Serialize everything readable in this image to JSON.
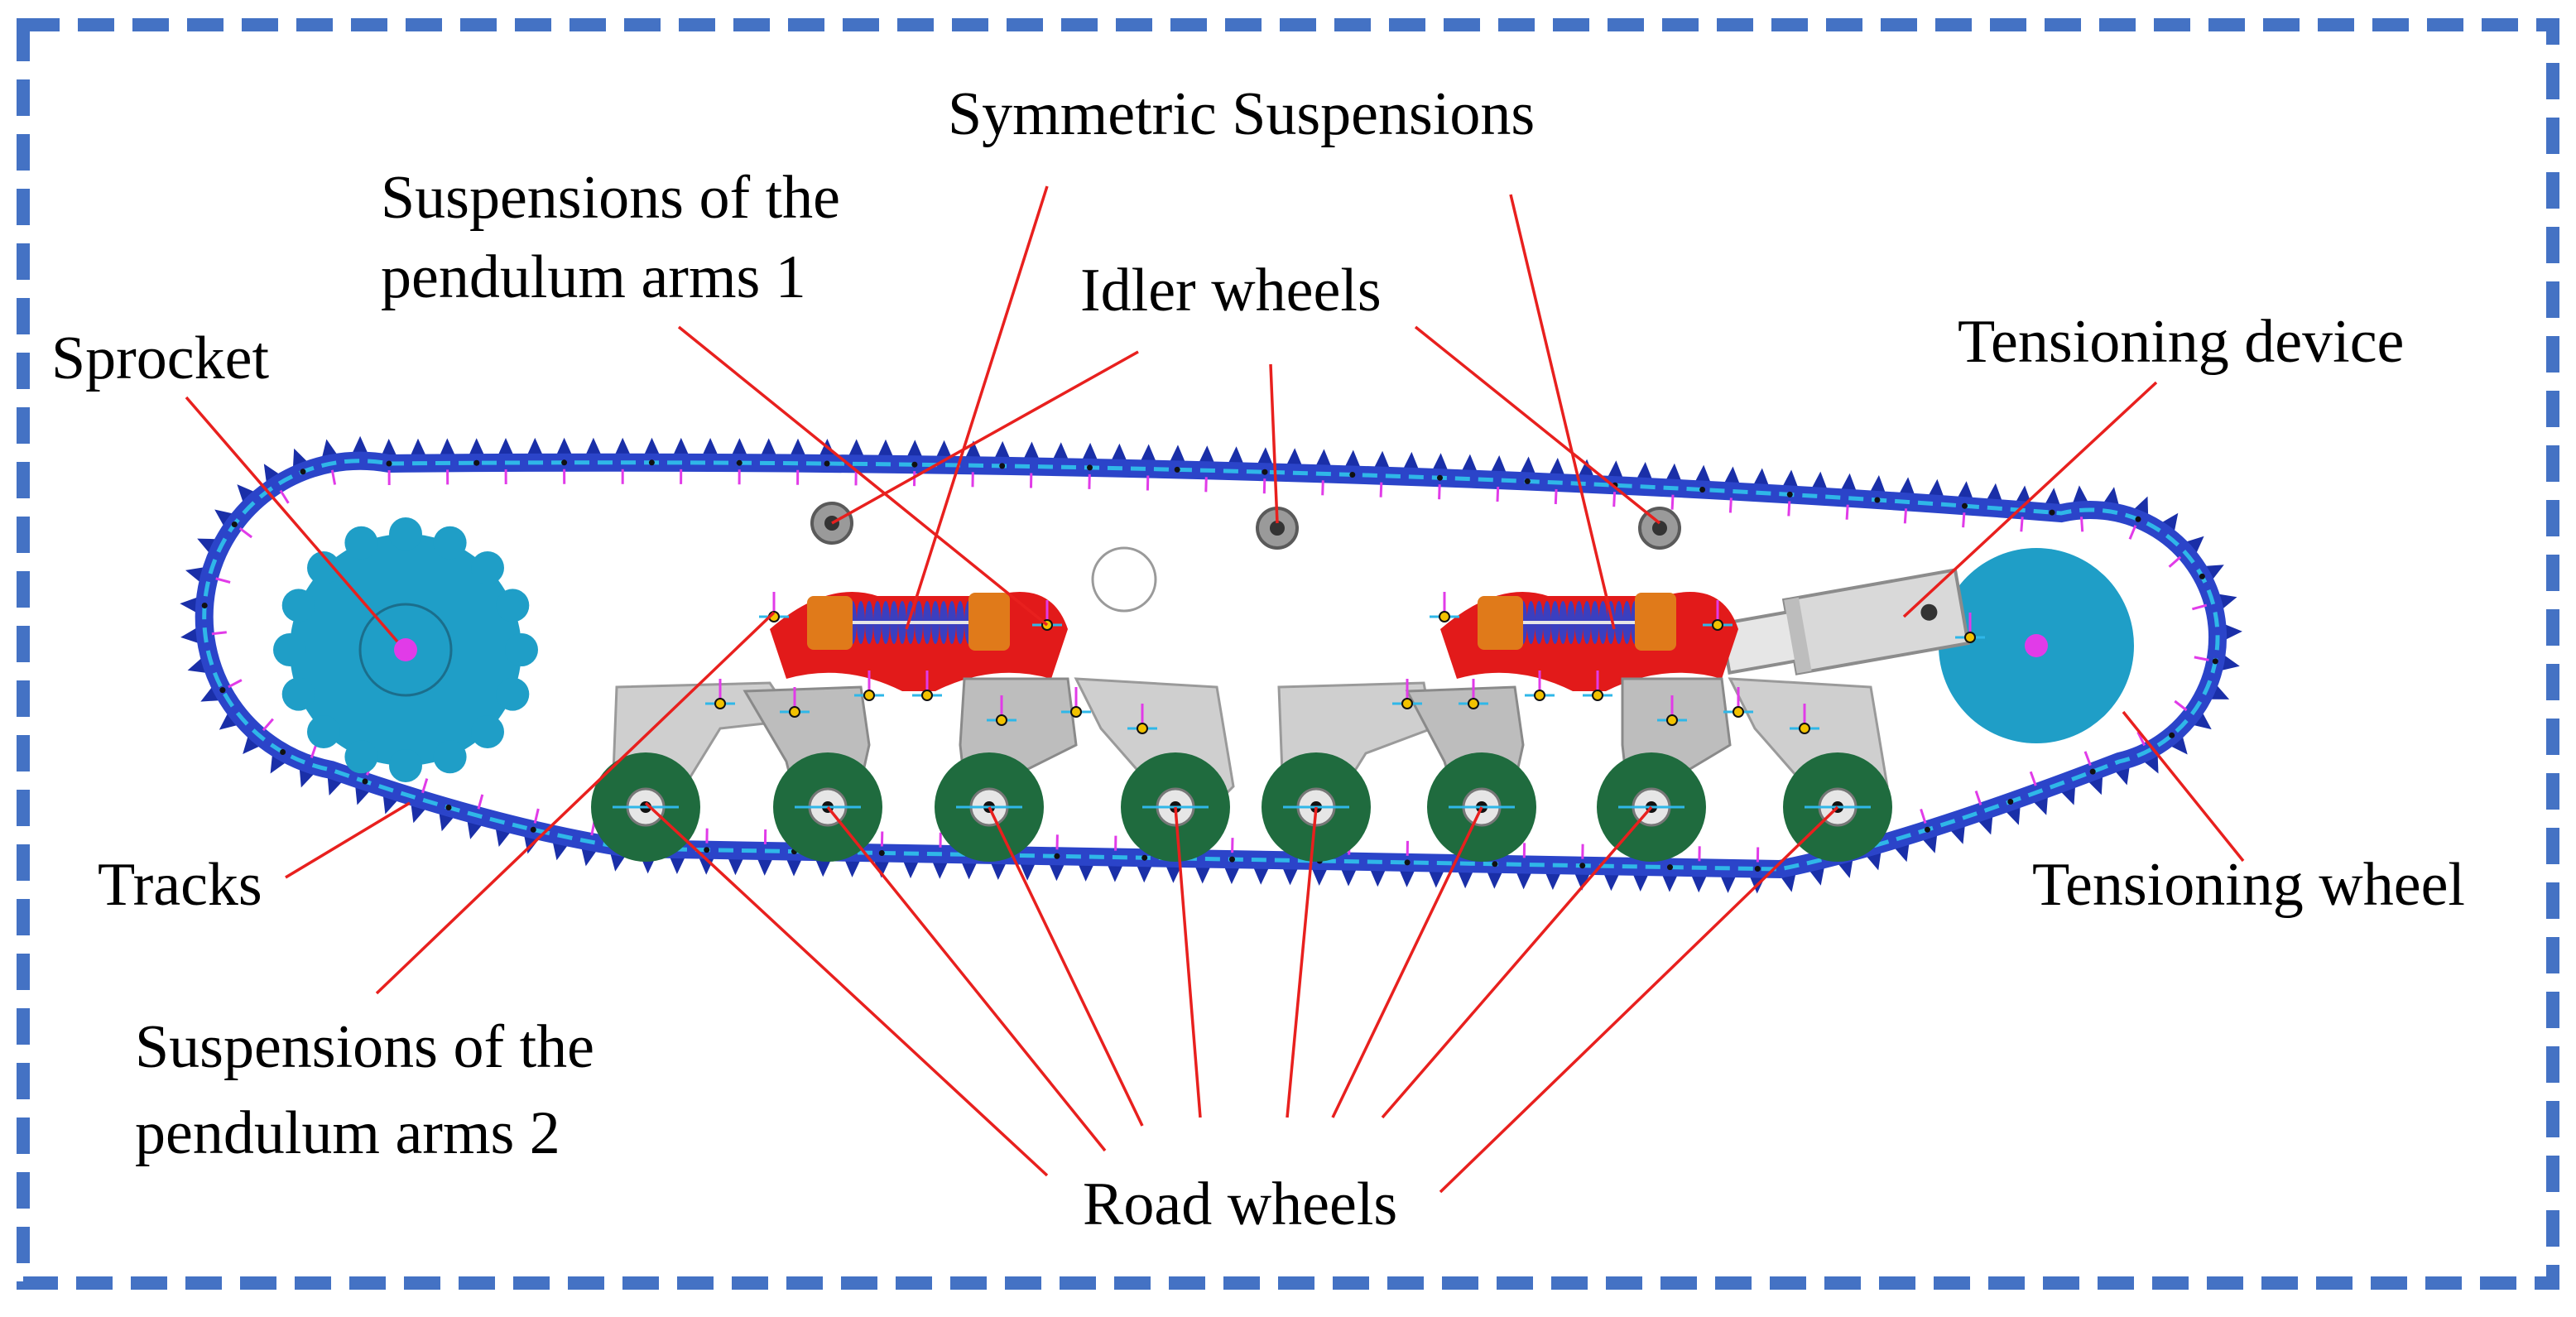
{
  "colors": {
    "frame": "#4472C4",
    "leader": "#E8201E",
    "track": "#2B44C9",
    "teeth": "#1A2FA8",
    "track_inner": "#2FB7E8",
    "track_pins": "#E13BE8",
    "sprocket": "#1F9EC7",
    "road_wheel": "#1F6B3E",
    "arm": "#C8C8C8",
    "suspension_frame": "#E21A1A",
    "spring": "#3A3FC0",
    "damper": "#E07A1A",
    "tensioner_body": "#D9D9D9"
  },
  "labels": {
    "symmetric_suspensions": "Symmetric Suspensions",
    "pendulum_arms_1_line1": "Suspensions of the",
    "pendulum_arms_1_line2": "pendulum arms 1",
    "idler_wheels": "Idler wheels",
    "sprocket": "Sprocket",
    "tensioning_device": "Tensioning device",
    "tracks": "Tracks",
    "tensioning_wheel": "Tensioning wheel",
    "pendulum_arms_2_line1": "Suspensions of the",
    "pendulum_arms_2_line2": "pendulum arms 2",
    "road_wheels": "Road wheels"
  }
}
